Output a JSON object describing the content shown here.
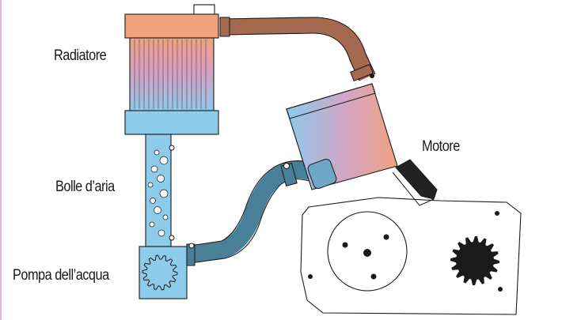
{
  "labels": {
    "radiator": "Radiatore",
    "air_bubbles": "Bolle d’aria",
    "water_pump": "Pompa dell’acqua",
    "engine": "Motore"
  },
  "colors": {
    "hot": "#f0a27e",
    "cold": "#8ccbea",
    "hot_hose": "#a5694f",
    "cold_hose": "#4a7f98",
    "outline": "#1a1a1a",
    "engine_fill": "#ffffff"
  }
}
